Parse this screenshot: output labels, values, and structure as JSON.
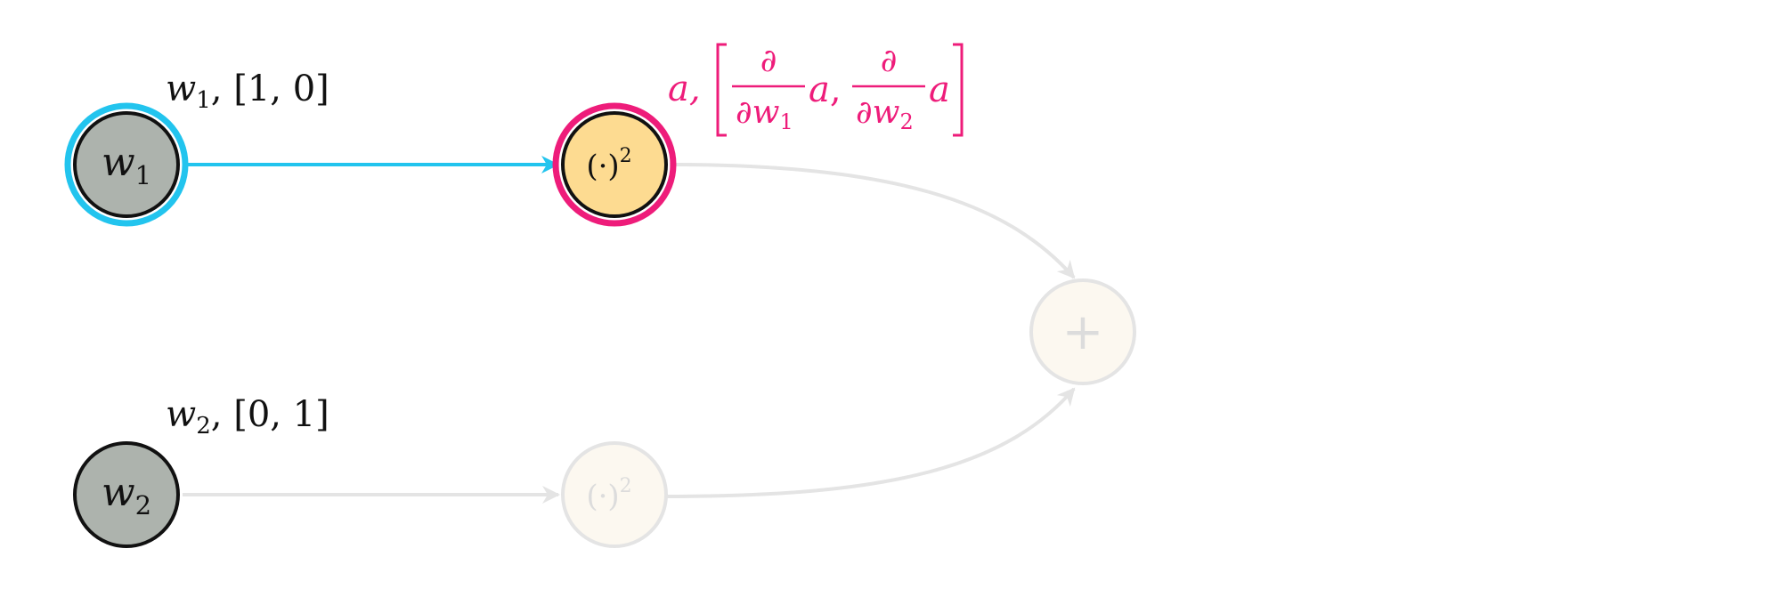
{
  "colors": {
    "forward_edge": "#22c4ee",
    "input_ring": "#22c4ee",
    "active_ring": "#ee1c7a",
    "gradient_label": "#ee1c7a",
    "input_fill": "#adb3ad",
    "square_fill": "#fddb91",
    "node_stroke": "#111111",
    "faded_stroke": "#e4e4e4",
    "faded_fill": "#fcf8f0",
    "faded_text": "#dcdcdc"
  },
  "nodes": {
    "w1": {
      "var": "w",
      "sub": "1"
    },
    "w2": {
      "var": "w",
      "sub": "2"
    },
    "square1": {
      "base": "(·)",
      "exp": "2"
    },
    "square2": {
      "base": "(·)",
      "exp": "2"
    },
    "sum": {
      "symbol": "+"
    }
  },
  "labels": {
    "w1": {
      "var": "w",
      "sub": "1",
      "rest": ", [1, 0]"
    },
    "w2": {
      "var": "w",
      "sub": "2",
      "rest": ", [0, 1]"
    },
    "gradient": {
      "value": "a,",
      "partial": "∂",
      "d_var": "w",
      "sub1": "1",
      "sub2": "2",
      "a": "a",
      "comma": ","
    }
  }
}
